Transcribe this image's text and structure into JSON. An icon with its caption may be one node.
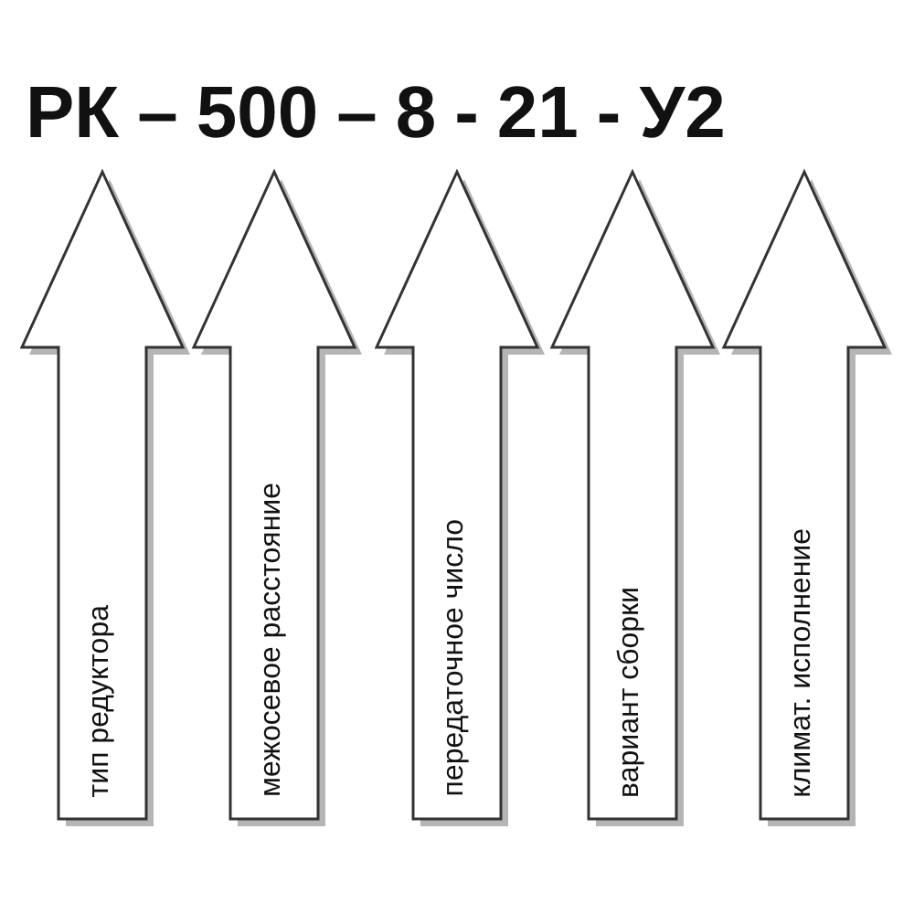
{
  "diagram": {
    "nodes": [
      {
        "text": [
          "тип редуктора"
        ]
      },
      {
        "text": [
          "межосевое расстояние"
        ]
      },
      {
        "text": [
          "передаточное число"
        ]
      },
      {
        "text": [
          "вариант сборки"
        ]
      },
      {
        "text": [
          "климат. исполнение"
        ]
      }
    ],
    "labels": [
      "РК",
      "–",
      "500",
      "–",
      "8",
      "-",
      "21",
      "-",
      "У2"
    ]
  }
}
